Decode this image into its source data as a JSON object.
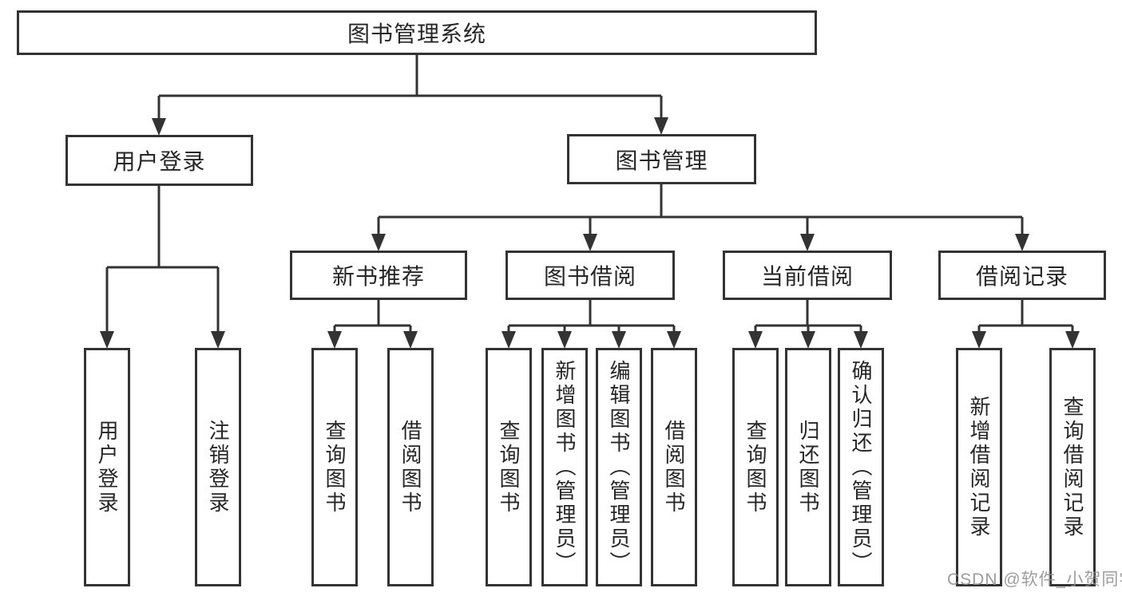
{
  "diagram": {
    "title": "图书管理系统",
    "branches": [
      {
        "label": "用户登录",
        "leaves": [
          "用户登录",
          "注销登录"
        ]
      },
      {
        "label": "图书管理",
        "sections": [
          {
            "label": "新书推荐",
            "leaves": [
              "查询图书",
              "借阅图书"
            ]
          },
          {
            "label": "图书借阅",
            "leaves": [
              "查询图书",
              "新增图书（管理员）",
              "编辑图书（管理员）",
              "借阅图书"
            ]
          },
          {
            "label": "当前借阅",
            "leaves": [
              "查询图书",
              "归还图书",
              "确认归还（管理员）"
            ]
          },
          {
            "label": "借阅记录",
            "leaves": [
              "新增借阅记录",
              "查询借阅记录"
            ]
          }
        ]
      }
    ]
  },
  "watermark": "CSDN @软件_小贺同学",
  "colors": {
    "line": "#333333",
    "box_border": "#333333",
    "text": "#262626",
    "watermark": "#8c8c8c",
    "background": "#ffffff"
  }
}
